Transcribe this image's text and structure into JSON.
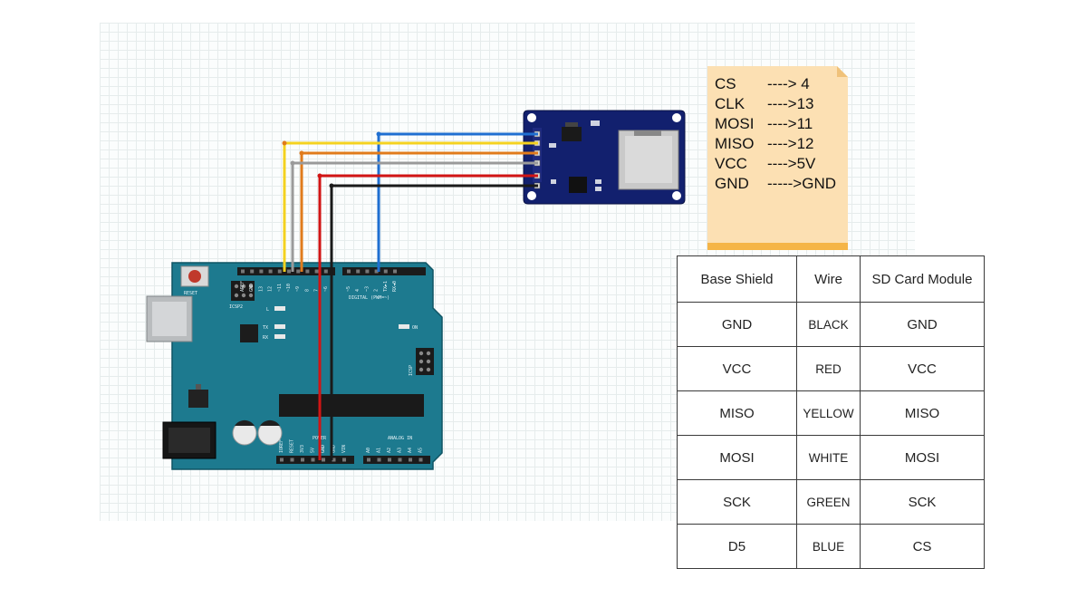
{
  "arduino": {
    "reset_label": "RESET",
    "icsp2_label": "ICSP2",
    "icsp_label": "ICSP",
    "digital_label": "DIGITAL (PWM=~)",
    "analog_label": "ANALOG IN",
    "power_label": "POWER",
    "led_labels": [
      "L",
      "TX",
      "RX",
      "ON"
    ],
    "top_header_labels": [
      "AREF",
      "GND",
      "13",
      "12",
      "~11",
      "~10",
      "~9",
      "8",
      "7",
      "~6",
      "~5",
      "4",
      "~3",
      "2",
      "TX►1",
      "RX◄0"
    ],
    "bottom_header_labels": [
      "IOREF",
      "RESET",
      "3V3",
      "5V",
      "GND",
      "GND",
      "VIN",
      "A0",
      "A1",
      "A2",
      "A3",
      "A4",
      "A5"
    ]
  },
  "wire_colors": {
    "blue": "#1f6fd1",
    "yellow": "#f4d21f",
    "orange": "#e07b1c",
    "grey": "#9a9a9a",
    "red": "#d11414",
    "black": "#1a1a1a"
  },
  "board_colors": {
    "arduino": "#1d7a8f",
    "sd_module": "#12206e"
  },
  "pin_note": {
    "lines": [
      {
        "pin": "CS",
        "target": "----> 4"
      },
      {
        "pin": "CLK",
        "target": "---->13"
      },
      {
        "pin": "MOSI",
        "target": "---->11"
      },
      {
        "pin": "MISO",
        "target": "---->12"
      },
      {
        "pin": "VCC",
        "target": "---->5V"
      },
      {
        "pin": "GND",
        "target": "----->GND"
      }
    ]
  },
  "connection_table": {
    "headers": [
      "Base Shield",
      "Wire",
      "SD Card Module"
    ],
    "rows": [
      [
        "GND",
        "BLACK",
        "GND"
      ],
      [
        "VCC",
        "RED",
        "VCC"
      ],
      [
        "MISO",
        "YELLOW",
        "MISO"
      ],
      [
        "MOSI",
        "WHITE",
        "MOSI"
      ],
      [
        "SCK",
        "GREEN",
        "SCK"
      ],
      [
        "D5",
        "BLUE",
        "CS"
      ]
    ]
  }
}
